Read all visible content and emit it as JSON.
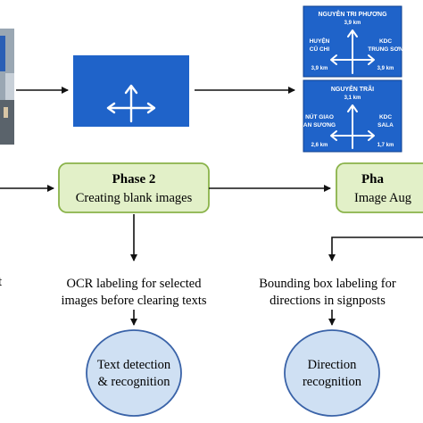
{
  "phases": [
    {
      "title": "Phase 2",
      "subtitle": "Creating blank images"
    },
    {
      "title": "Pha",
      "subtitle": "Image Aug"
    }
  ],
  "steps": {
    "left_partial": "t",
    "ocr": [
      "OCR labeling for selected",
      "images before clearing texts"
    ],
    "bbox": [
      "Bounding box labeling for",
      "directions in signposts"
    ]
  },
  "outcomes": {
    "text_detection": [
      "Text detection",
      "& recognition"
    ],
    "direction": [
      "Direction",
      "recognition"
    ]
  },
  "signs": {
    "top": {
      "top_name": "NGUYỄN TRI PHƯƠNG",
      "top_dist": "3,9 km",
      "left_name": [
        "HUYỆN",
        "CỦ CHI"
      ],
      "right_name": [
        "KDC",
        "TRUNG SƠN"
      ],
      "left_dist": "3,9 km",
      "right_dist": "3,9 km"
    },
    "bottom": {
      "top_name": "NGUYỄN TRÃI",
      "top_dist": "3,1 km",
      "left_name": [
        "NÚT GIAO",
        "AN SƯƠNG"
      ],
      "right_name": [
        "KDC",
        "SALA"
      ],
      "left_dist": "2,6 km",
      "right_dist": "1,7 km"
    }
  },
  "colors": {
    "phase_fill": "#e2f0c8",
    "phase_stroke": "#8ab34a",
    "ellipse_fill": "#cfe0f3",
    "ellipse_stroke": "#3a63a8",
    "sign_blue": "#1f63c9",
    "arrow": "#111111"
  }
}
